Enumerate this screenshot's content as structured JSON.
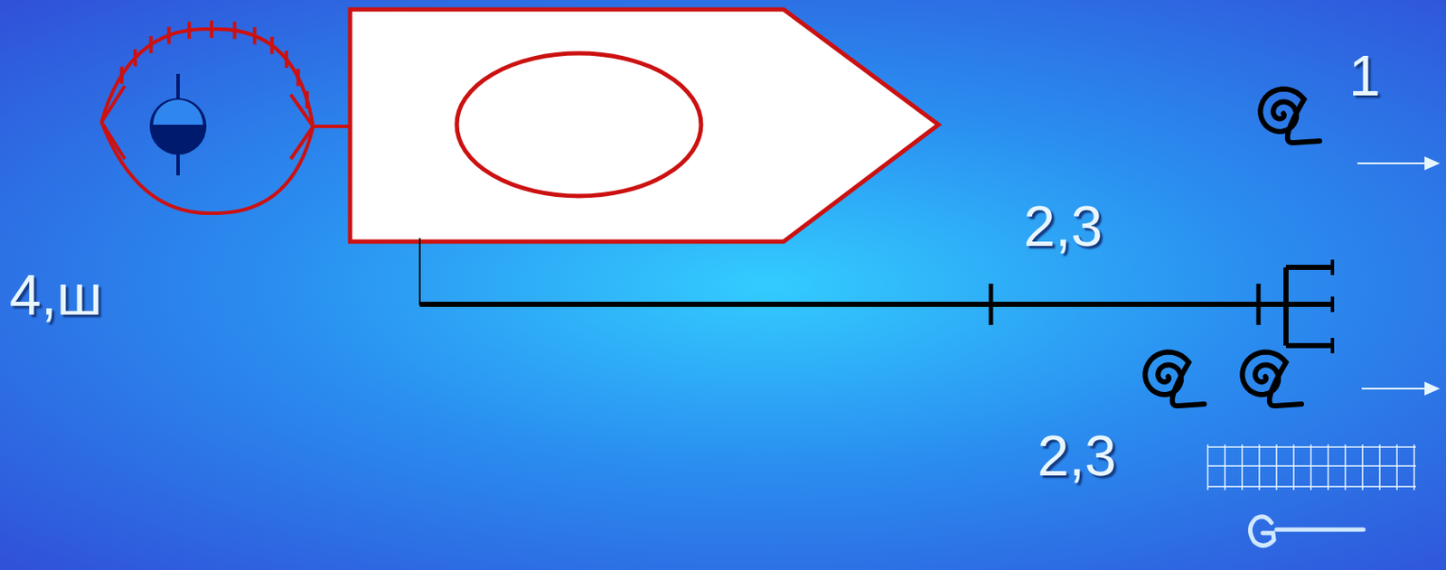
{
  "diagram": {
    "labels": [
      "1",
      "2,3",
      "4,ш",
      "2,3"
    ]
  }
}
